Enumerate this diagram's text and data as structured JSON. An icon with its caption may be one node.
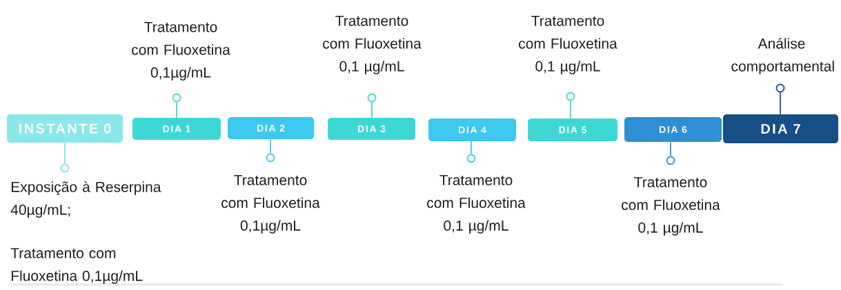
{
  "diagram": {
    "nodes": [
      {
        "text": [
          "INSTANTE 0"
        ]
      },
      {
        "text": [
          "DIA 1"
        ]
      },
      {
        "text": [
          "DIA 2"
        ]
      },
      {
        "text": [
          "DIA 3"
        ]
      },
      {
        "text": [
          "DIA 4"
        ]
      },
      {
        "text": [
          "DIA 5"
        ]
      },
      {
        "text": [
          "DIA 6"
        ]
      },
      {
        "text": [
          "DIA 7"
        ]
      },
      {
        "text": [],
        "shape": "circle",
        "beside": [
          "Exposição à Reserpina 40µg/mL;",
          "Tratamento com Fluoxetina 0,1µg/mL"
        ]
      },
      {
        "text": [],
        "shape": "circle",
        "beside": [
          "Tratamento com Fluoxetina 0,1µg/mL"
        ]
      },
      {
        "text": [],
        "shape": "circle",
        "beside": [
          "Tratamento com Fluoxetina 0,1µg/mL"
        ]
      },
      {
        "text": [],
        "shape": "circle",
        "beside": [
          "Tratamento com Fluoxetina 0,1 µg/mL"
        ]
      },
      {
        "text": [],
        "shape": "circle",
        "beside": [
          "Tratamento com Fluoxetina 0,1 µg/mL"
        ]
      },
      {
        "text": [],
        "shape": "circle",
        "beside": [
          "Tratamento com Fluoxetina 0,1 µg/mL"
        ]
      },
      {
        "text": [],
        "shape": "circle",
        "beside": [
          "Tratamento com Fluoxetina 0,1 µg/mL"
        ]
      },
      {
        "text": [],
        "shape": "circle",
        "beside": [
          "Análise comportamental"
        ]
      }
    ],
    "edges": [
      {
        "from": 0,
        "to": 8,
        "arrow": "none",
        "color": "#7ee6e6"
      },
      {
        "from": 1,
        "to": 9,
        "arrow": "none",
        "color": "#3ed8d4"
      },
      {
        "from": 2,
        "to": 10,
        "arrow": "none",
        "color": "#3cc8ef"
      },
      {
        "from": 3,
        "to": 11,
        "arrow": "none",
        "color": "#3ed8d4"
      },
      {
        "from": 4,
        "to": 12,
        "arrow": "none",
        "color": "#3cc8ef"
      },
      {
        "from": 5,
        "to": 13,
        "arrow": "none",
        "color": "#3ed8d4"
      },
      {
        "from": 6,
        "to": 14,
        "arrow": "none",
        "color": "#2e8fd4"
      },
      {
        "from": 7,
        "to": 15,
        "arrow": "none",
        "color": "#164f86"
      }
    ]
  }
}
